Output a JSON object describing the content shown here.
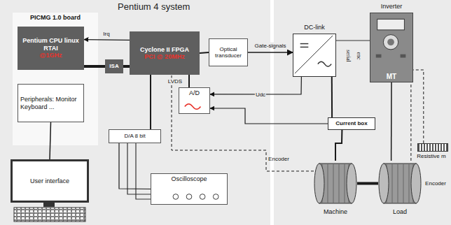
{
  "diagram": {
    "nodes": [
      {
        "text": [
          "Pentium 4 system"
        ]
      },
      {
        "text": [
          "PICMG 1.0 board"
        ],
        "in": 0
      },
      {
        "text": [
          "Pentium CPU linux RTAI",
          "@1GHz"
        ],
        "in": 1
      },
      {
        "text": [
          "Peripherals: Monitor Keyboard ..."
        ],
        "in": 1
      },
      {
        "text": [
          "ISA"
        ],
        "in": 0
      },
      {
        "text": [
          "Cyclone II FPGA",
          "PCI @ 20MHz"
        ],
        "in": 0
      },
      {
        "text": [
          "Optical transducer"
        ],
        "in": 0
      },
      {
        "text": [
          "A/D"
        ],
        "in": 0
      },
      {
        "text": [
          "D/A 8 bit"
        ],
        "in": 0
      },
      {
        "text": [
          "User interface"
        ],
        "in": 0
      },
      {
        "text": [
          "Oscilloscope"
        ],
        "in": 0
      },
      {
        "text": [
          "DC-link"
        ]
      },
      {
        "text": [
          "Inverter",
          "MT"
        ]
      },
      {
        "text": [
          "Current box"
        ]
      },
      {
        "text": [
          "Machine"
        ]
      },
      {
        "text": [
          "Load"
        ]
      },
      {
        "text": [
          "Resistive m"
        ]
      }
    ],
    "edges": [
      {
        "from": 2,
        "to": 4,
        "arrow": "none"
      },
      {
        "from": 4,
        "to": 5,
        "arrow": "none"
      },
      {
        "from": 5,
        "to": 2,
        "label": "Irq",
        "arrow": "to"
      },
      {
        "from": 5,
        "to": 6,
        "arrow": "none"
      },
      {
        "from": 6,
        "to": 11,
        "label": "Gate-signals",
        "arrow": "to"
      },
      {
        "from": 5,
        "to": 7,
        "label": "LVDS",
        "arrow": "none"
      },
      {
        "from": 11,
        "to": 7,
        "label": "Udc",
        "arrow": "to"
      },
      {
        "from": 13,
        "to": 7,
        "arrow": "to"
      },
      {
        "from": 5,
        "to": 8,
        "arrow": "none"
      },
      {
        "from": 8,
        "to": 10,
        "arrow": "none"
      },
      {
        "from": 11,
        "to": 13,
        "arrow": "none"
      },
      {
        "from": 13,
        "to": 14,
        "arrow": "none"
      },
      {
        "from": 12,
        "to": 15,
        "arrow": "none"
      },
      {
        "from": 14,
        "to": 15,
        "arrow": "none"
      },
      {
        "from": 14,
        "to": 5,
        "arrow": "none"
      },
      {
        "from": 15,
        "to": 12,
        "arrow": "none"
      },
      {
        "from": 16,
        "to": 12,
        "arrow": "none"
      },
      {
        "from": 3,
        "to": 9,
        "arrow": "none"
      }
    ],
    "labels": [
      "serial",
      "enc",
      "Encoder",
      "Encoder"
    ]
  }
}
